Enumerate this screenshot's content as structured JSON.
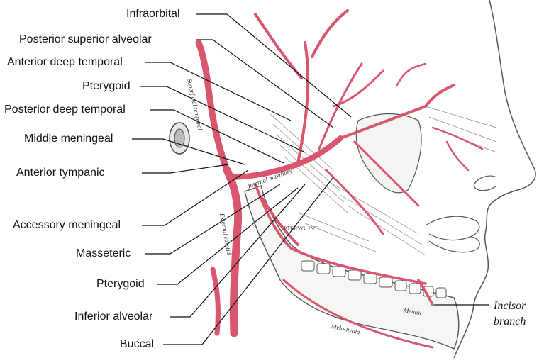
{
  "labels": {
    "infraorbital": "Infraorbital",
    "posterior_superior_alveolar": "Posterior superior alveolar",
    "anterior_deep_temporal": "Anterior deep temporal",
    "pterygoid_upper": "Pterygoid",
    "posterior_deep_temporal": "Posterior deep temporal",
    "middle_meningeal": "Middle meningeal",
    "anterior_tympanic": "Anterior tympanic",
    "accessory_meningeal": "Accessory meningeal",
    "masseteric": "Masseteric",
    "pterygoid_lower": "Pterygoid",
    "inferior_alveolar": "Inferior alveolar",
    "buccal": "Buccal",
    "incisor_line1": "Incisor",
    "incisor_line2": "branch"
  },
  "engraved": {
    "superficial_temporal": "Superficial temporal",
    "internal_maxillary": "Internal maxillary",
    "external_carotid": "External carotid",
    "mylo_hyoid": "Mylo-hyoid",
    "mental": "Mental",
    "pteryg_int": "PTERYG. INT."
  },
  "colors": {
    "artery": "#d9566e",
    "artery_dark": "#a8233d",
    "line": "#111111",
    "sketch": "#555555"
  }
}
